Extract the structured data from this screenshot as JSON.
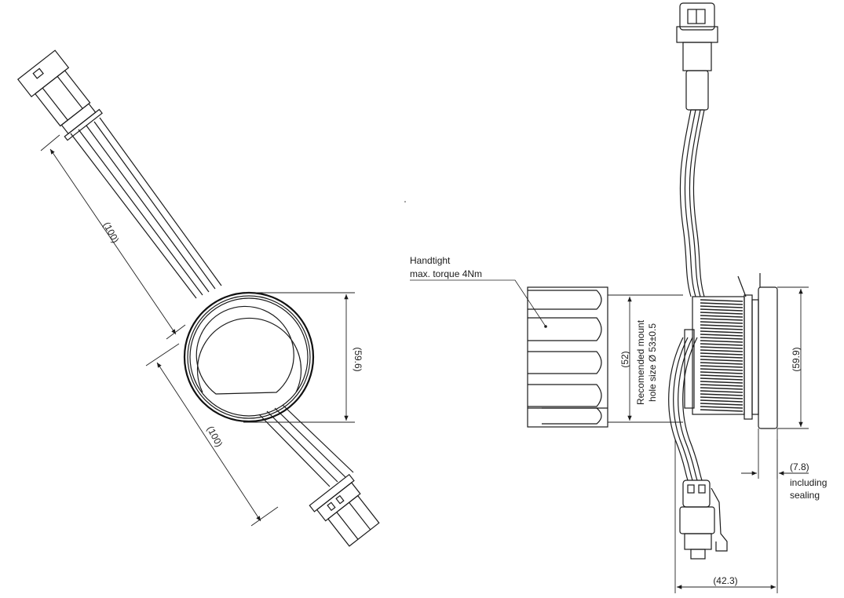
{
  "annotations": {
    "handtight_line1": "Handtight",
    "handtight_line2": "max. torque 4Nm",
    "mount_line1": "Recomended mount",
    "mount_line2": "hole size Ø 53±0.5",
    "including_line1": "including",
    "including_line2": "sealing"
  },
  "dimensions": {
    "left_upper_length": "(100)",
    "left_lower_length": "(100)",
    "left_diameter": "(59.6)",
    "nut_height": "(52)",
    "body_diameter": "(59.9)",
    "seal_thickness": "(7.8)",
    "total_depth": "(42.3)"
  }
}
